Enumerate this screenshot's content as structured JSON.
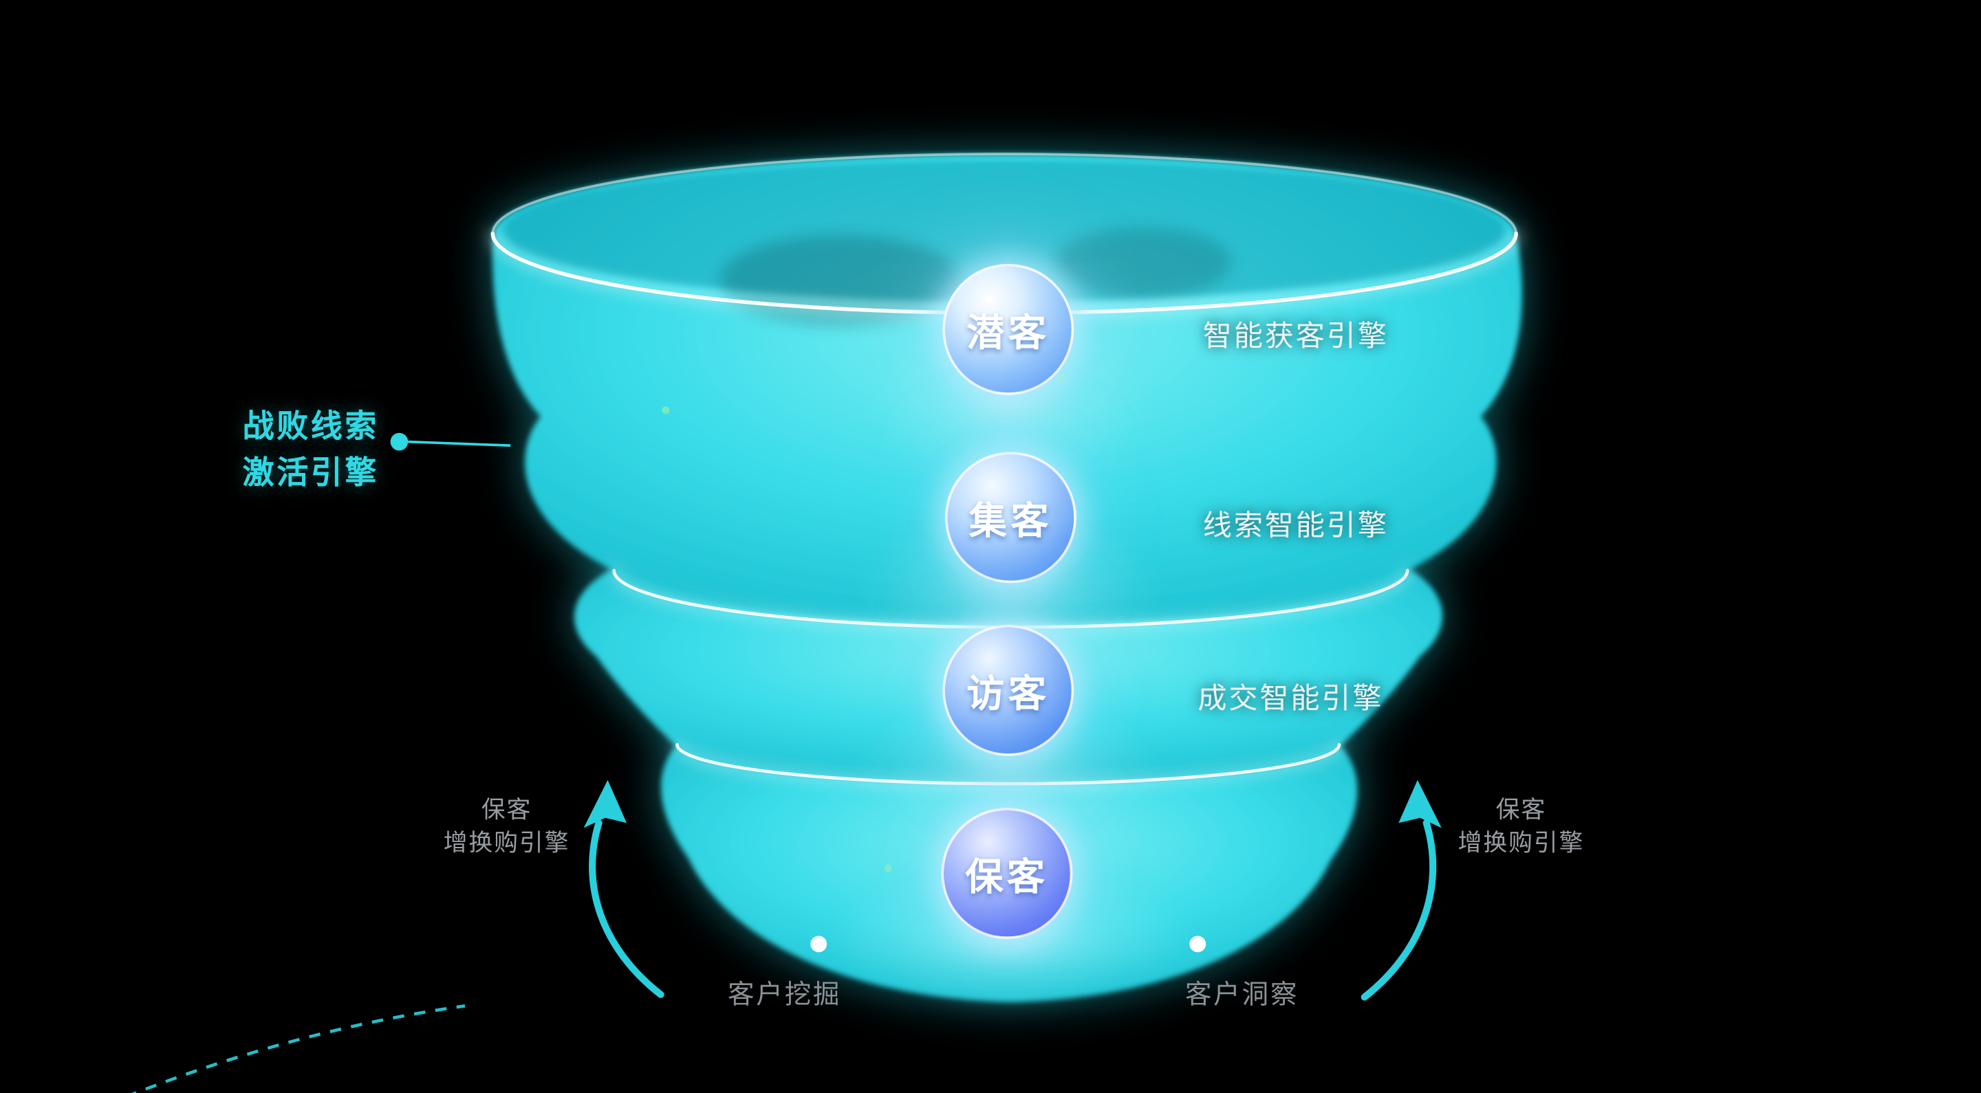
{
  "stage_badges": [
    {
      "label": "潜客"
    },
    {
      "label": "集客"
    },
    {
      "label": "访客"
    },
    {
      "label": "保客"
    }
  ],
  "engine_labels": [
    {
      "label": "智能获客引擎"
    },
    {
      "label": "线索智能引擎"
    },
    {
      "label": "成交智能引擎"
    }
  ],
  "lost_lead_engine": {
    "line1": "战败线索",
    "line2": "激活引擎"
  },
  "retention_engine_left": {
    "line1": "保客",
    "line2": "增换购引擎"
  },
  "retention_engine_right": {
    "line1": "保客",
    "line2": "增换购引擎"
  },
  "bottom_left_label": "客户挖掘",
  "bottom_right_label": "客户洞察",
  "colors": {
    "background": "#000000",
    "funnel_cyan": "#22cedb",
    "accent_cyan": "#2fd8e3",
    "rim_white": "#ffffff",
    "muted_gray": "#8f959a",
    "badge_blue": "#4a7df0"
  }
}
